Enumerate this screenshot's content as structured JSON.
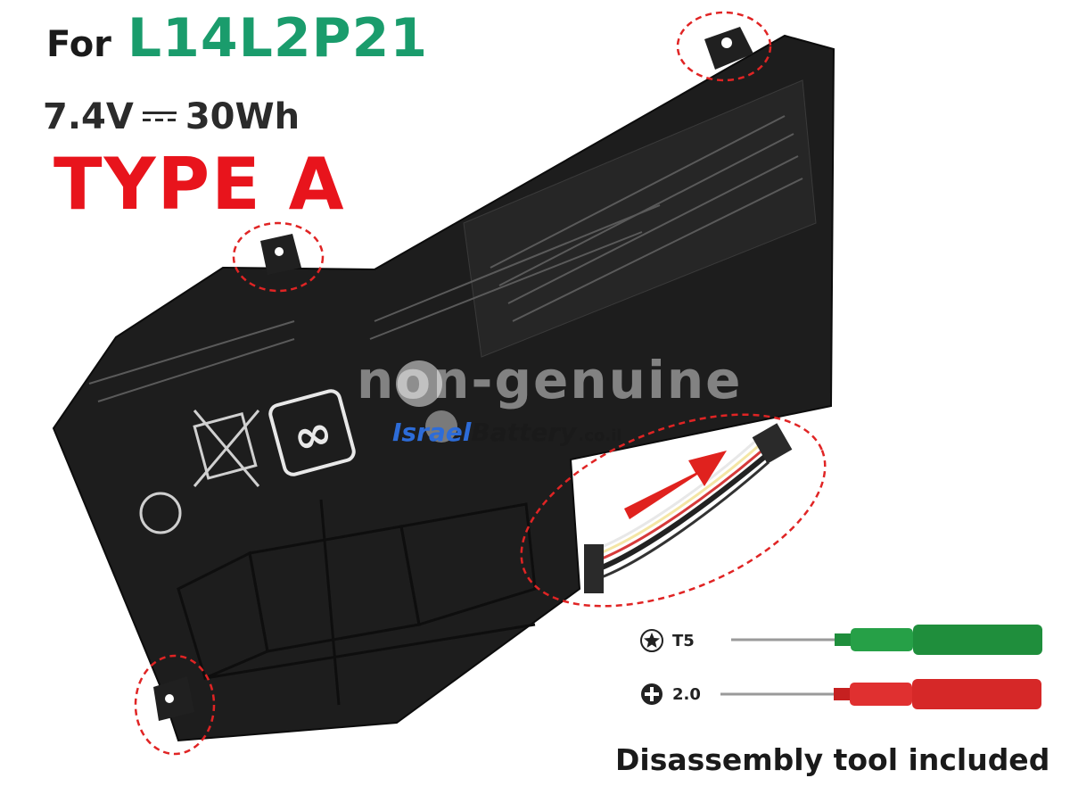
{
  "header": {
    "for_label": "For",
    "model_code": "L14L2P21",
    "voltage": "7.4V",
    "capacity": "30Wh",
    "type_badge": "TYPE A"
  },
  "watermark": {
    "text": "non-genuine",
    "brand_part1": "Israel",
    "brand_part2": "Battery",
    "brand_tld": ".co.il"
  },
  "tools": {
    "t5_label": "T5",
    "ph_label": "2.0",
    "caption": "Disassembly tool included"
  },
  "colors": {
    "model_green": "#1a9c6c",
    "type_red": "#e8141c",
    "callout_red": "#e02424",
    "battery_body": "#1d1d1d",
    "t5_handle": "#1f8e3c",
    "ph_handle": "#d62828"
  }
}
